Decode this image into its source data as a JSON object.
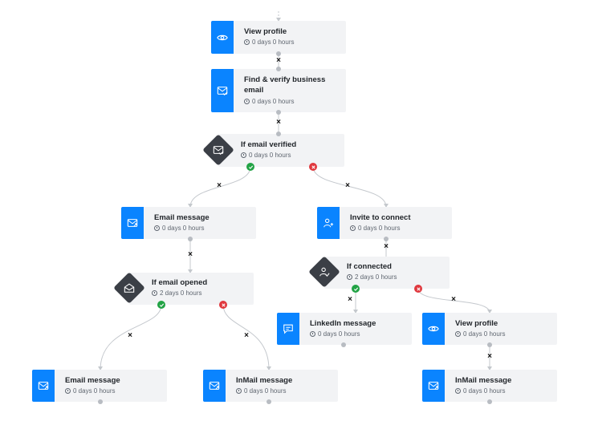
{
  "colors": {
    "accent": "#0a84ff",
    "condition": "#3b3f46",
    "yes": "#22a345",
    "no": "#e0383e",
    "card": "#f2f3f5"
  },
  "nodes": {
    "view_profile_1": {
      "title": "View profile",
      "delay": "0 days 0 hours",
      "icon": "eye-icon"
    },
    "find_verify": {
      "title_line1": "Find & verify business",
      "title_line2": "email",
      "delay": "0 days 0 hours",
      "icon": "mail-check-icon"
    },
    "if_email_verified": {
      "title": "If email verified",
      "delay": "0 days 0 hours",
      "icon": "mail-check-icon"
    },
    "email_message_1": {
      "title": "Email message",
      "delay": "0 days 0 hours",
      "icon": "mail-send-icon"
    },
    "invite_connect": {
      "title": "Invite to connect",
      "delay": "0 days 0 hours",
      "icon": "user-plus-icon"
    },
    "if_email_opened": {
      "title": "If email opened",
      "delay": "2 days 0 hours",
      "icon": "mail-open-icon"
    },
    "if_connected": {
      "title": "If connected",
      "delay": "2 days 0 hours",
      "icon": "user-check-icon"
    },
    "linkedin_message": {
      "title": "LinkedIn message",
      "delay": "0 days 0 hours",
      "icon": "chat-icon"
    },
    "view_profile_2": {
      "title": "View profile",
      "delay": "0 days 0 hours",
      "icon": "eye-icon"
    },
    "email_message_2": {
      "title": "Email message",
      "delay": "0 days 0 hours",
      "icon": "mail-send-icon"
    },
    "inmail_1": {
      "title": "InMail message",
      "delay": "0 days 0 hours",
      "icon": "mail-send-icon"
    },
    "inmail_2": {
      "title": "InMail message",
      "delay": "0 days 0 hours",
      "icon": "mail-send-icon"
    }
  },
  "edge_actions": {
    "delete_symbol": "×"
  }
}
